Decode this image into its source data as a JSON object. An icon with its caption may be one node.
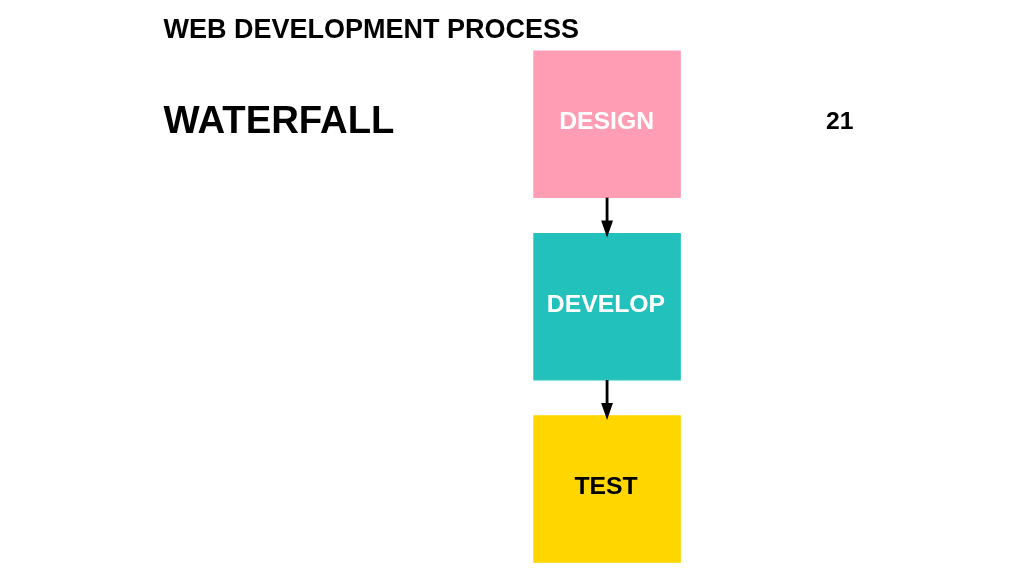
{
  "diagram": {
    "title": "WEB DEVELOPMENT PROCESS",
    "nodes": [
      {
        "text": [
          "DESIGN"
        ]
      },
      {
        "text": [
          "DEVELOP"
        ]
      },
      {
        "text": [
          "TEST"
        ]
      }
    ],
    "edges": [
      {
        "from": 0,
        "to": 1,
        "arrow": "to"
      },
      {
        "from": 1,
        "to": 2,
        "arrow": "to"
      }
    ],
    "labels": [
      "21",
      "WATERFALL"
    ]
  }
}
